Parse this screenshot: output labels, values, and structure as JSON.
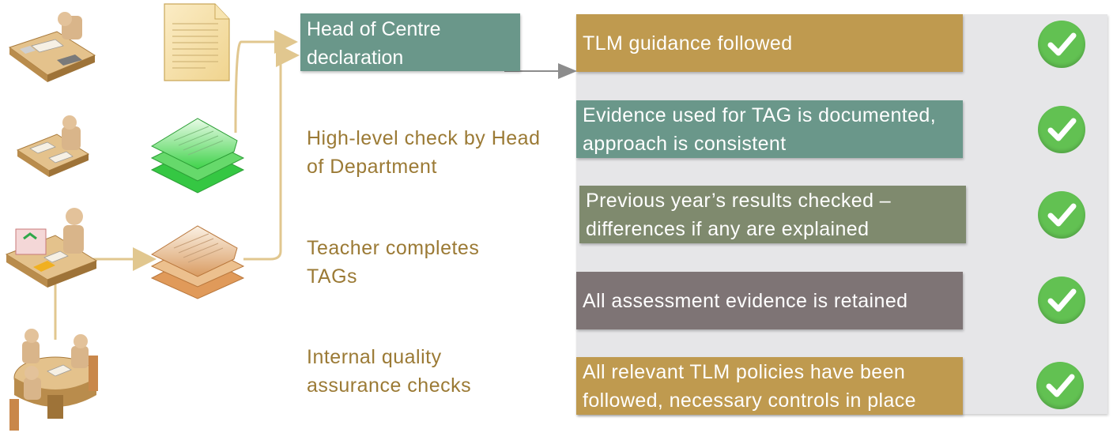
{
  "head_of_centre": "Head of Centre declaration",
  "steps": [
    {
      "label": "High-level check by Head of Department"
    },
    {
      "label": "Teacher completes TAGs"
    },
    {
      "label": "Internal quality assurance checks"
    }
  ],
  "criteria": [
    {
      "text": "TLM guidance followed",
      "color": "#bf9a4f"
    },
    {
      "text": "Evidence used for TAG is documented, approach is consistent",
      "color": "#6a978a"
    },
    {
      "text": "Previous year’s results checked – differences if any are explained",
      "color": "#7f8a6e"
    },
    {
      "text": "All assessment evidence is retained",
      "color": "#7e7475"
    },
    {
      "text": "All relevant TLM policies have been followed, necessary controls in place",
      "color": "#bf9a4f"
    }
  ],
  "colors": {
    "connector": "#e1c78f",
    "arrow": "#8c8c8c",
    "check": "#62c152",
    "panel": "#e6e6e8"
  },
  "icons": [
    "person-at-desk-icon",
    "document-icon",
    "stacked-papers-icon",
    "meeting-table-icon",
    "checkmark-icon"
  ]
}
